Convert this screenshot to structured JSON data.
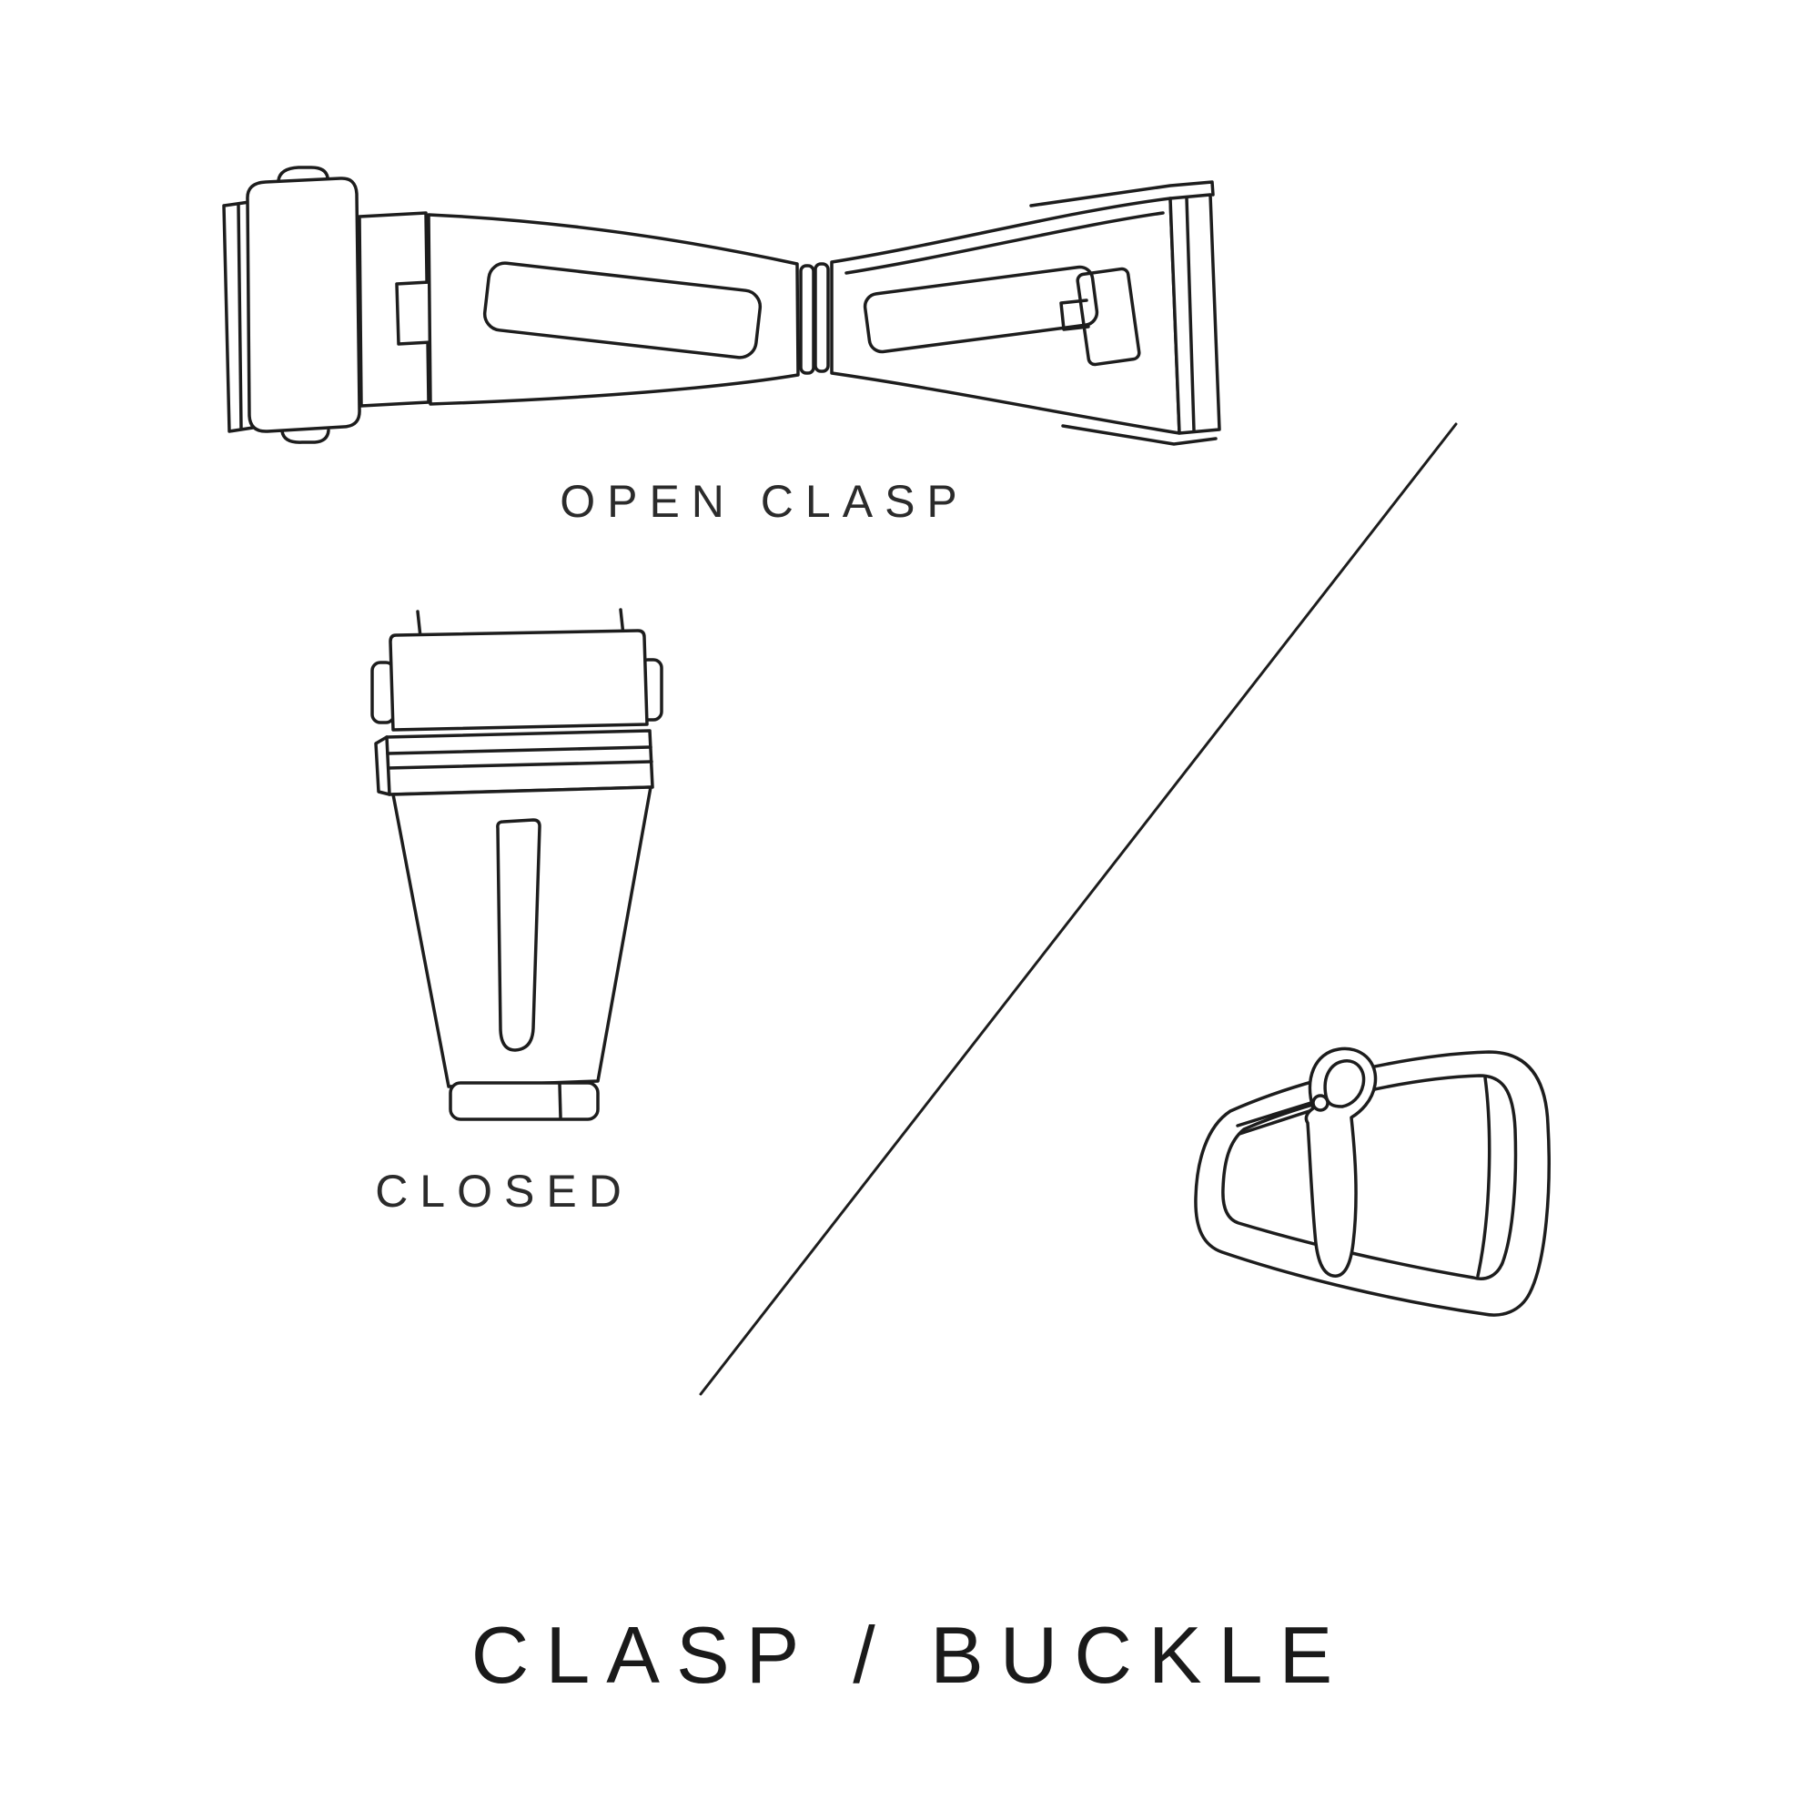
{
  "title": "CLASP / BUCKLE",
  "labels": {
    "open_clasp": "OPEN CLASP",
    "closed_clasp": "CLOSED"
  },
  "figures": [
    {
      "id": "open-clasp-illustration",
      "description": "watch deployment clasp shown open"
    },
    {
      "id": "closed-clasp-illustration",
      "description": "watch deployment clasp shown closed"
    },
    {
      "id": "tang-buckle-illustration",
      "description": "watch tang buckle with pin and tongue"
    }
  ],
  "colors": {
    "background": "#ffffff",
    "line": "#1d1d1d",
    "text": "#2b2b2b"
  }
}
